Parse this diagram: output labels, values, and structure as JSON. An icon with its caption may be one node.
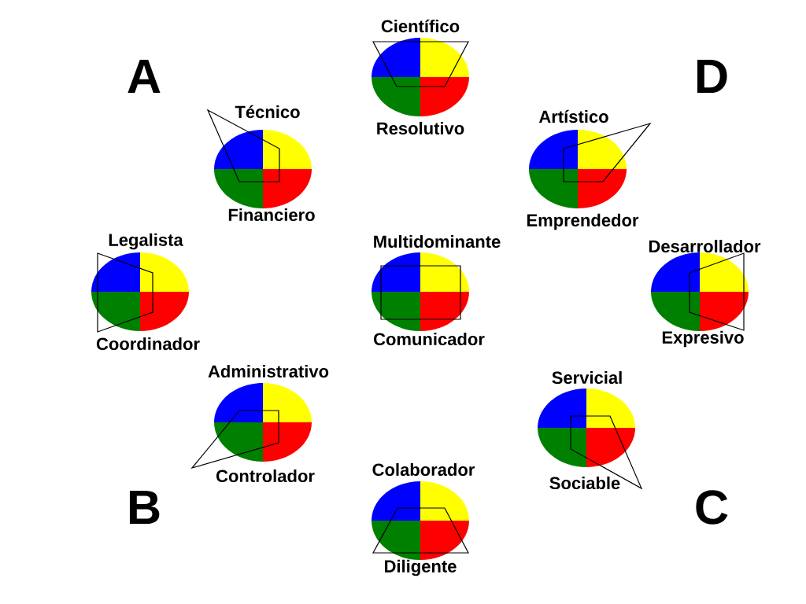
{
  "diagram": {
    "nodes": [
      {
        "text": [
          "Científico",
          "Resolutivo"
        ]
      },
      {
        "text": [
          "Técnico",
          "Financiero"
        ]
      },
      {
        "text": [
          "Artístico",
          "Emprendedor"
        ]
      },
      {
        "text": [
          "Legalista",
          "Coordinador"
        ]
      },
      {
        "text": [
          "Multidominante",
          "Comunicador"
        ]
      },
      {
        "text": [
          "Desarrollador",
          "Expresivo"
        ]
      },
      {
        "text": [
          "Administrativo",
          "Controlador"
        ]
      },
      {
        "text": [
          "Servicial",
          "Sociable"
        ]
      },
      {
        "text": [
          "Colaborador",
          "Diligente"
        ]
      }
    ],
    "labels": [
      "A",
      "D",
      "B",
      "C"
    ]
  }
}
